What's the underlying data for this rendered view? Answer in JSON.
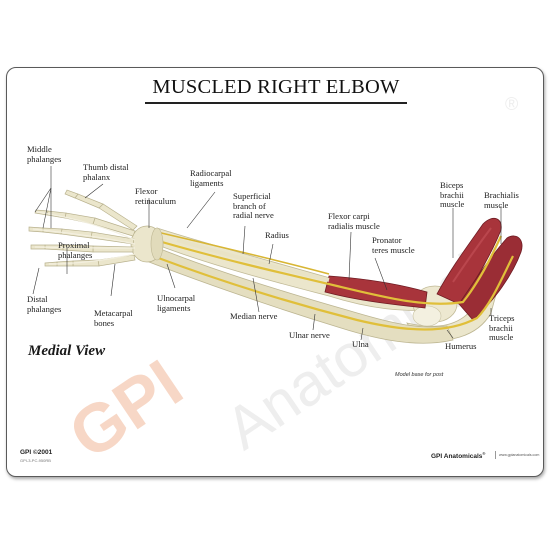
{
  "title": "MUSCLED RIGHT ELBOW",
  "view_label": "Medial View",
  "labels": {
    "middle_phalanges": "Middle\nphalanges",
    "thumb_distal_phalanx": "Thumb distal\nphalanx",
    "flexor_retinaculum": "Flexor\nretinaculum",
    "radiocarpal_ligaments": "Radiocarpal\nligaments",
    "superficial_branch_radial_nerve": "Superficial\nbranch of\nradial nerve",
    "radius": "Radius",
    "flexor_carpi_radialis": "Flexor carpi\nradialis muscle",
    "pronator_teres": "Pronator\nteres muscle",
    "biceps_brachii": "Biceps\nbrachii\nmuscle",
    "brachialis": "Brachialis\nmuscle",
    "proximal_phalanges": "Proximal\nphalanges",
    "distal_phalanges": "Distal\nphalanges",
    "metacarpal_bones": "Metacarpal\nbones",
    "ulnocarpal_ligaments": "Ulnocarpal\nligaments",
    "median_nerve": "Median nerve",
    "ulnar_nerve": "Ulnar nerve",
    "ulna": "Ulna",
    "humerus": "Humerus",
    "triceps_brachii": "Triceps\nbrachii\nmuscle"
  },
  "stand_note": "Model base for post",
  "copyright": "GPI ©2001",
  "part_number": "GPI-3-PC-950RB",
  "brand": "GPI Anatomicals",
  "brand_mark": "®",
  "website": "www.gpianatomicals.com",
  "watermark": {
    "gpi": "GPI",
    "anatomicals": "Anatomicals",
    "reg": "®"
  },
  "colors": {
    "bone": "#ebe6cc",
    "bone_shadow": "#c9c3a2",
    "muscle": "#a8343b",
    "muscle_dark": "#7c2129",
    "nerve": "#e0bf3a",
    "watermark_orange": "#f3c9b2",
    "watermark_gray": "#e8e8e8"
  }
}
